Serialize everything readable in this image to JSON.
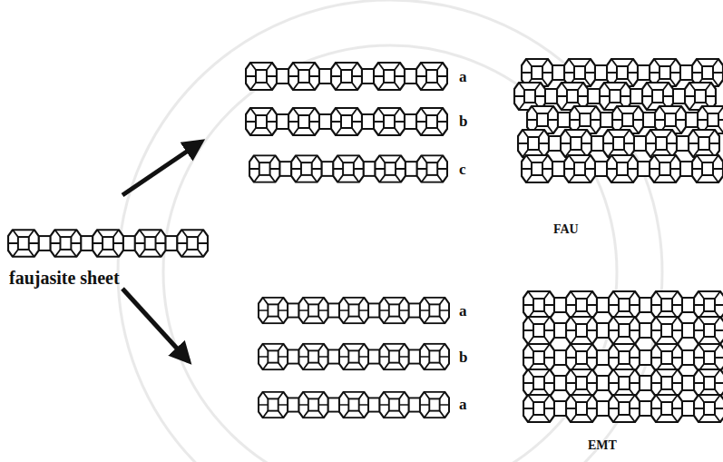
{
  "diagram": {
    "labels": [
      "faujasite sheet",
      "a",
      "b",
      "c",
      "FAU",
      "a",
      "b",
      "a",
      "EMT"
    ]
  }
}
